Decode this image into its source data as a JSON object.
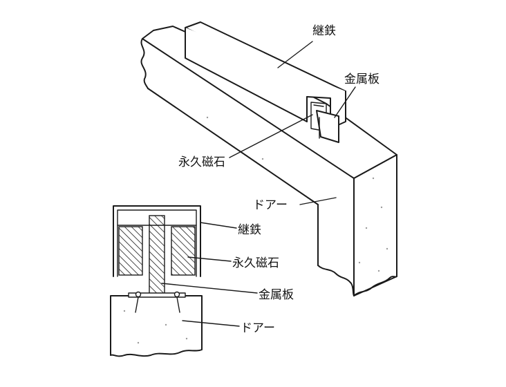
{
  "figure": {
    "perspective_view": {
      "labels": {
        "yoke": "継鉄",
        "metal_plate": "金属板",
        "permanent_magnet": "永久磁石",
        "door": "ドアー"
      }
    },
    "cross_section_view": {
      "labels": {
        "yoke": "継鉄",
        "permanent_magnet": "永久磁石",
        "metal_plate": "金属板",
        "door": "ドアー"
      }
    }
  }
}
